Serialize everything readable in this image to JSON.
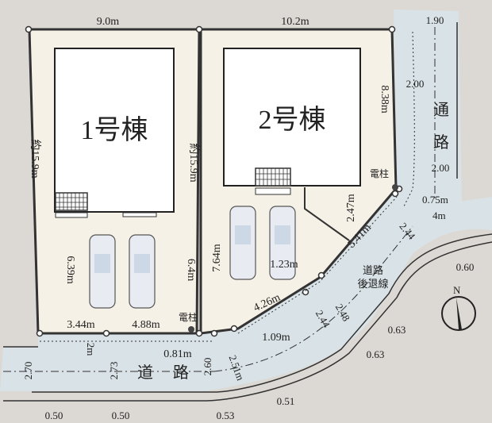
{
  "colors": {
    "background": "#dcd8d3",
    "lot_fill": "#f6f1e6",
    "house_fill": "#ffffff",
    "road_fill": "#d9e2e6",
    "line": "#333333"
  },
  "lots": {
    "lot1": {
      "house_label": "1号棟",
      "top_width": "9.0m",
      "left_depth": "約15.9m",
      "right_depth": "約15.9m",
      "parking_depth": "6.39m",
      "frontage_left": "3.44m",
      "frontage_right": "4.88m",
      "side_depth": "6.4m",
      "pole_label": "電柱"
    },
    "lot2": {
      "house_label": "2号棟",
      "top_width": "10.2m",
      "right_depth": "8.38m",
      "parking_depth": "7.64m",
      "diag_1": "2.47m",
      "diag_2": "5.41m",
      "diag_3": "1.23m",
      "diag_4": "4.26m",
      "diag_5": "1.09m",
      "diag_6": "0.81m",
      "pole_label": "電柱"
    }
  },
  "passage": {
    "label_1": "通",
    "label_2": "路",
    "width_top": "1.90",
    "width_mid": "2.00",
    "width_bottom": "2.00",
    "offset": "0.75m"
  },
  "road": {
    "label_1": "道",
    "label_2": "路",
    "setback_label_1": "道路",
    "setback_label_2": "後退線",
    "widths": [
      "2.70",
      "2.73",
      "2.60",
      "2.51m",
      "2.44",
      "2.48",
      "2.44",
      "4m"
    ],
    "setback_2m": "2m",
    "offsets": [
      "0.50",
      "0.50",
      "0.53",
      "0.51",
      "0.63",
      "0.63",
      "0.60"
    ]
  },
  "compass": {
    "label": "N"
  }
}
